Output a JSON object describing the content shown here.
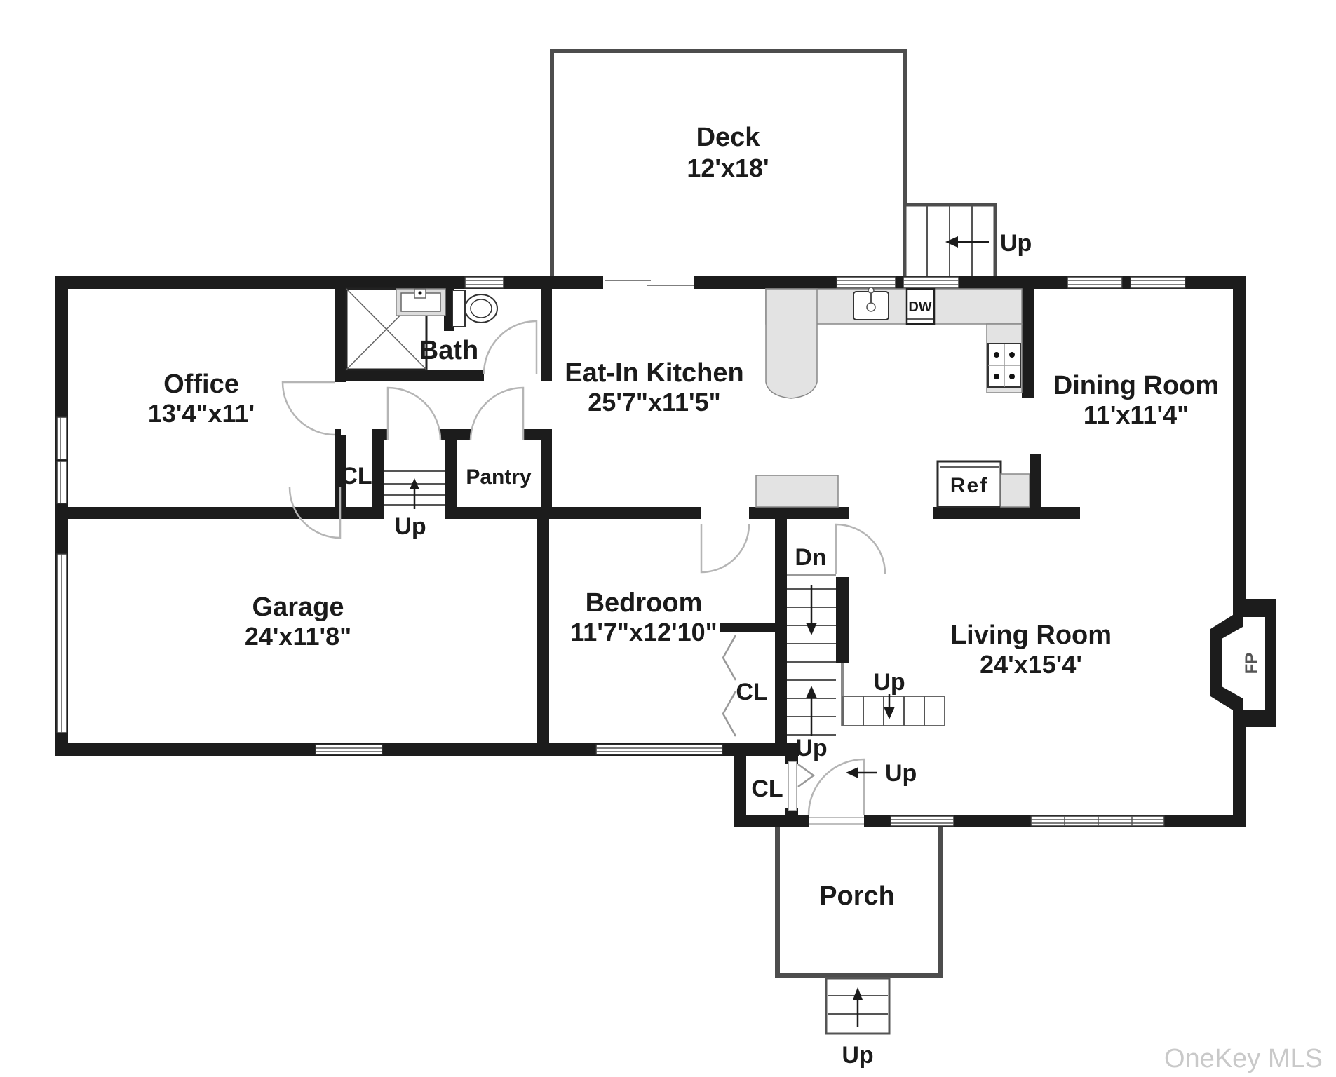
{
  "watermark": "OneKey MLS",
  "rooms": [
    {
      "name": "Deck",
      "dims": "12'x18'"
    },
    {
      "name": "Office",
      "dims": "13'4\"x11'"
    },
    {
      "name": "Bath",
      "dims": ""
    },
    {
      "name": "Eat-In Kitchen",
      "dims": "25'7\"x11'5\""
    },
    {
      "name": "Dining Room",
      "dims": "11'x11'4\""
    },
    {
      "name": "Garage",
      "dims": "24'x11'8\""
    },
    {
      "name": "Bedroom",
      "dims": "11'7\"x12'10\""
    },
    {
      "name": "Living Room",
      "dims": "24'x15'4'"
    },
    {
      "name": "Porch",
      "dims": ""
    }
  ],
  "labels": {
    "closet": "CL",
    "pantry": "Pantry",
    "up": "Up",
    "down": "Dn",
    "dishwasher": "DW",
    "refrigerator": "Ref",
    "fireplace": "FP"
  }
}
